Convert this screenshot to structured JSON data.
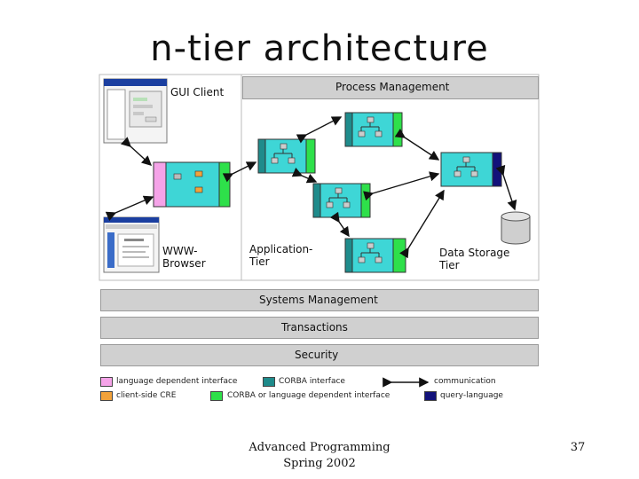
{
  "title": "n-tier architecture",
  "bars": {
    "process": "Process Management",
    "systems": "Systems Management",
    "transactions": "Transactions",
    "security": "Security"
  },
  "labels": {
    "gui_client": "GUI Client",
    "www_browser": "WWW-\nBrowser",
    "application_tier": "Application-\nTier",
    "data_storage_tier": "Data Storage\nTier"
  },
  "legend": {
    "lang_interface": "language dependent interface",
    "client_side_cre": "client-side CRE",
    "corba_interface": "CORBA interface",
    "corba_or_lang": "CORBA or language dependent interface",
    "communication": "communication",
    "query_language": "query-language"
  },
  "colors": {
    "pink": "#f5a3e8",
    "cyan": "#3ed6d6",
    "teal": "#1f8b8b",
    "green": "#2ee04a",
    "orange": "#f2a23a",
    "navy": "#12127a"
  },
  "footer": {
    "course": "Advanced Programming",
    "term": "Spring 2002",
    "page": "37"
  }
}
